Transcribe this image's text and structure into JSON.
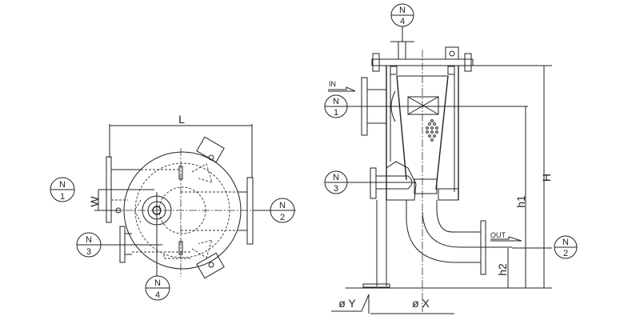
{
  "plan_view": {
    "dimensions": {
      "length": "L",
      "width": "W"
    },
    "nozzles": [
      {
        "top": "N",
        "bottom": "1"
      },
      {
        "top": "N",
        "bottom": "2"
      },
      {
        "top": "N",
        "bottom": "3"
      },
      {
        "top": "N",
        "bottom": "4"
      }
    ]
  },
  "elevation_view": {
    "flow_labels": {
      "inlet": "IN",
      "outlet": "OUT"
    },
    "dimensions": {
      "height": "H",
      "h1": "h1",
      "h2": "h2",
      "dia_x": "ø X",
      "dia_y": "ø Y"
    },
    "nozzles": [
      {
        "top": "N",
        "bottom": "1"
      },
      {
        "top": "N",
        "bottom": "2"
      },
      {
        "top": "N",
        "bottom": "3"
      },
      {
        "top": "N",
        "bottom": "4"
      }
    ]
  }
}
